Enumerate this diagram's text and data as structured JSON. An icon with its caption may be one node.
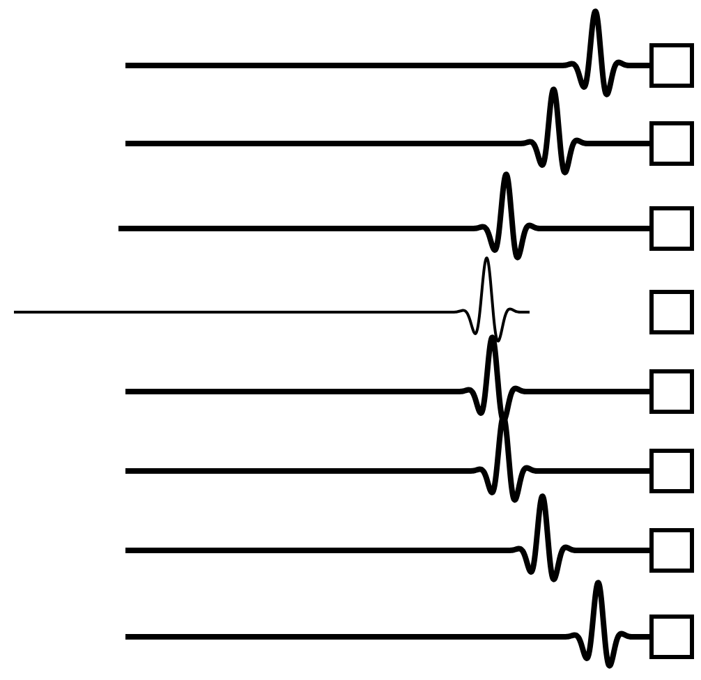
{
  "diagram": {
    "nodes": [
      {
        "text": [],
        "shape": "box"
      },
      {
        "text": [],
        "shape": "box"
      },
      {
        "text": [],
        "shape": "box"
      },
      {
        "text": [],
        "shape": "box"
      },
      {
        "text": [],
        "shape": "box"
      },
      {
        "text": [],
        "shape": "box"
      },
      {
        "text": [],
        "shape": "box"
      },
      {
        "text": [],
        "shape": "box"
      }
    ],
    "edges": [
      {
        "from": null,
        "to": 0,
        "arrow": "none"
      },
      {
        "from": null,
        "to": 1,
        "arrow": "none"
      },
      {
        "from": null,
        "to": 2,
        "arrow": "none"
      },
      {
        "from": null,
        "to": 4,
        "arrow": "none"
      },
      {
        "from": null,
        "to": 5,
        "arrow": "none"
      },
      {
        "from": null,
        "to": 6,
        "arrow": "none"
      },
      {
        "from": null,
        "to": 7,
        "arrow": "none"
      }
    ]
  }
}
